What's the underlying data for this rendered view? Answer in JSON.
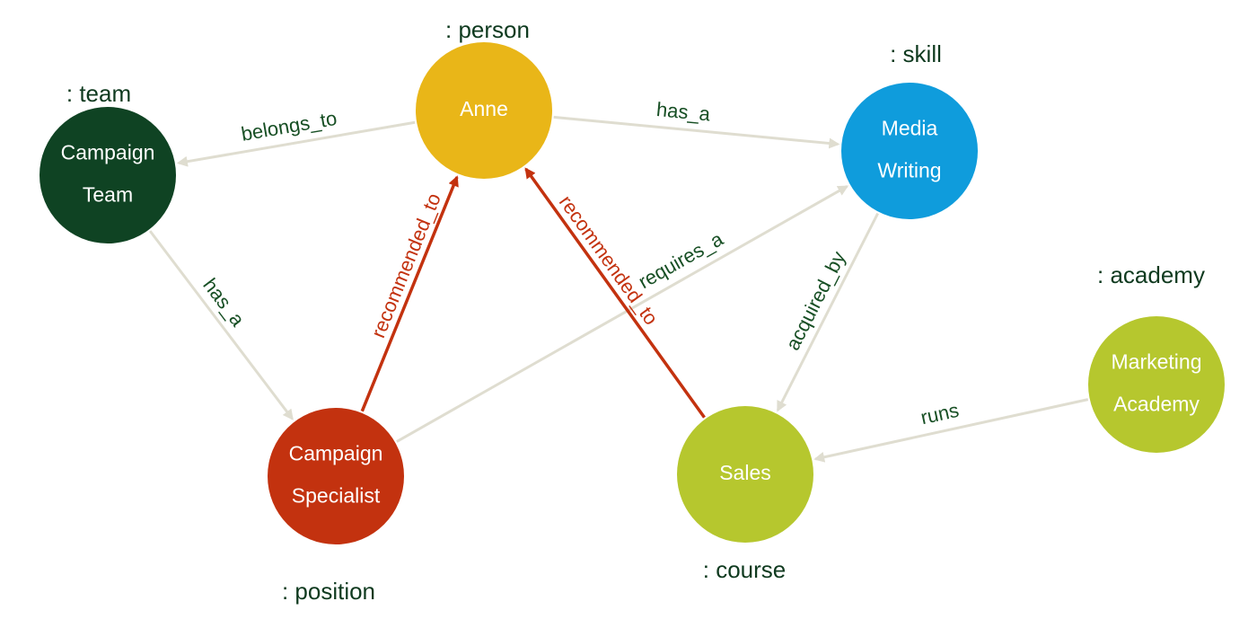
{
  "colors": {
    "edge_default": "#dfddd0",
    "edge_recommend": "#c3320f",
    "label_default": "#174f24",
    "label_recommend": "#c3320f",
    "type_label": "#0f3a1f"
  },
  "nodes": [
    {
      "id": "anne",
      "lines": [
        "Anne"
      ],
      "type": ": person",
      "color": "#e9b618",
      "text_color": "#fdf1cf"
    },
    {
      "id": "campaign-team",
      "lines": [
        "Campaign",
        "Team"
      ],
      "type": ": team",
      "color": "#0f4323",
      "text_color": "#ffffff"
    },
    {
      "id": "media-writing",
      "lines": [
        "Media",
        "Writing"
      ],
      "type": ": skill",
      "color": "#0f9cdc",
      "text_color": "#ffffff"
    },
    {
      "id": "campaign-specialist",
      "lines": [
        "Campaign",
        "Specialist"
      ],
      "type": ": position",
      "color": "#c3320f",
      "text_color": "#ffffff"
    },
    {
      "id": "sales",
      "lines": [
        "Sales"
      ],
      "type": ": course",
      "color": "#b6c72e",
      "text_color": "#ffffff"
    },
    {
      "id": "marketing-academy",
      "lines": [
        "Marketing",
        "Academy"
      ],
      "type": ": academy",
      "color": "#b6c72e",
      "text_color": "#ffffff"
    }
  ],
  "edges": [
    {
      "from": "anne",
      "to": "campaign-team",
      "label": "belongs_to",
      "kind": "default"
    },
    {
      "from": "anne",
      "to": "media-writing",
      "label": "has_a",
      "kind": "default"
    },
    {
      "from": "campaign-team",
      "to": "campaign-specialist",
      "label": "has_a",
      "kind": "default"
    },
    {
      "from": "campaign-specialist",
      "to": "media-writing",
      "label": "requires_a",
      "kind": "default"
    },
    {
      "from": "media-writing",
      "to": "sales",
      "label": "acquired_by",
      "kind": "default"
    },
    {
      "from": "marketing-academy",
      "to": "sales",
      "label": "runs",
      "kind": "default"
    },
    {
      "from": "campaign-specialist",
      "to": "anne",
      "label": "recommended_to",
      "kind": "recommend"
    },
    {
      "from": "sales",
      "to": "anne",
      "label": "recommended_to",
      "kind": "recommend"
    }
  ]
}
